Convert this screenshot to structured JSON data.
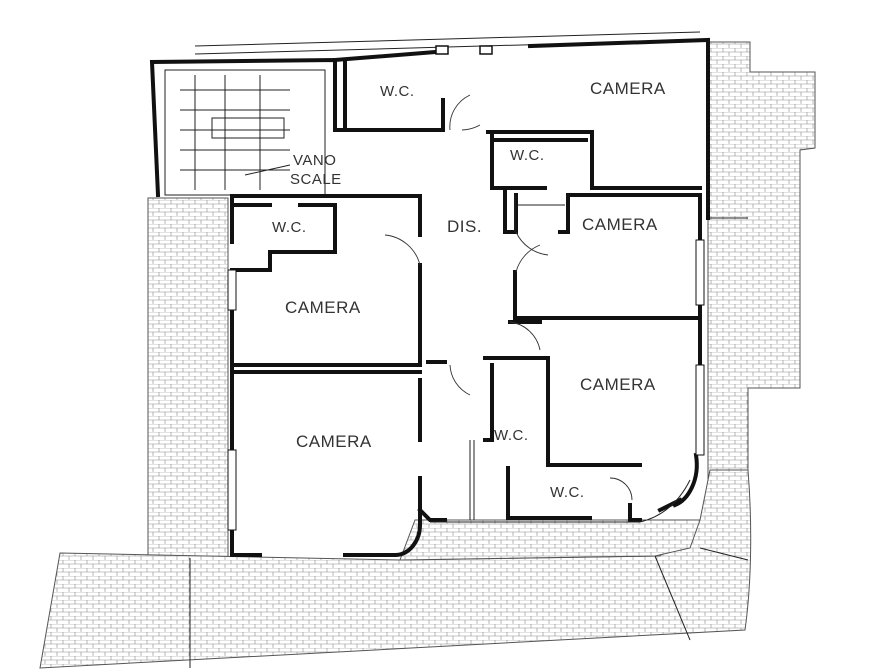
{
  "rooms": {
    "wc_top": "W.C.",
    "camera_top_right": "CAMERA",
    "vano": "VANO",
    "scale": "SCALE",
    "wc_center_top": "W.C.",
    "dis": "DIS.",
    "wc_left": "W.C.",
    "camera_right_mid": "CAMERA",
    "camera_left_mid": "CAMERA",
    "camera_right_low": "CAMERA",
    "camera_left_low": "CAMERA",
    "wc_center_low": "W.C.",
    "wc_bottom_right": "W.C."
  },
  "colors": {
    "wall": "#111111",
    "paving": "#888888",
    "background": "#ffffff",
    "label": "#333333"
  }
}
